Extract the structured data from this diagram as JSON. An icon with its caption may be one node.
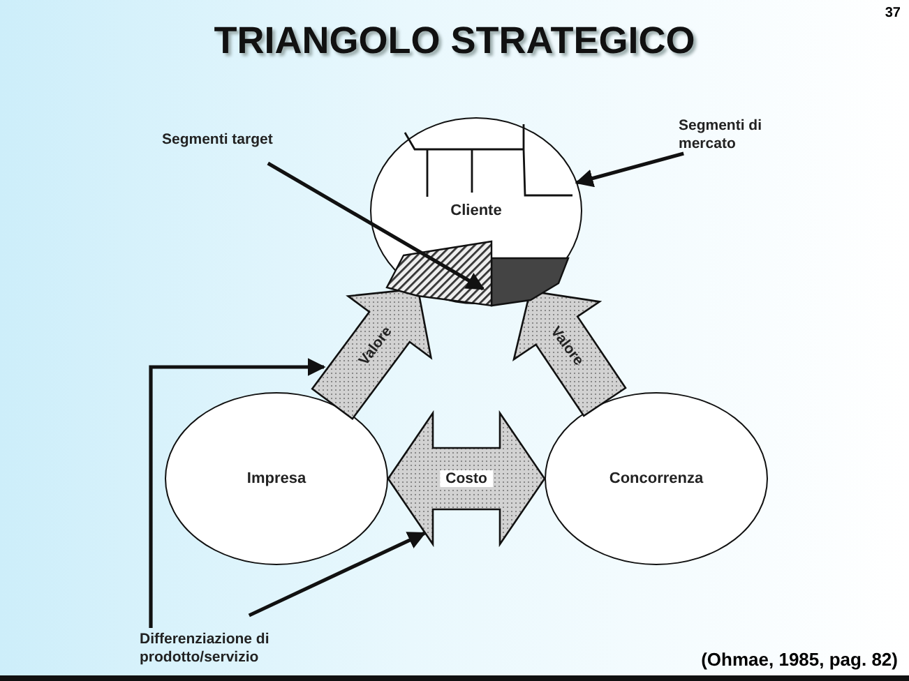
{
  "diagram": {
    "title": "TRIANGOLO STRATEGICO",
    "caption": "(Ohmae, 1985, pag. 82)",
    "nodes": [
      {
        "text": [
          "Cliente"
        ]
      },
      {
        "text": [
          "Impresa"
        ]
      },
      {
        "text": [
          "Concorrenza"
        ]
      },
      {
        "text": [
          "Segmenti target"
        ]
      },
      {
        "text": [],
        "shape": "box",
        "in": 0
      },
      {
        "text": [
          "Segmenti di mercato"
        ]
      },
      {
        "text": [
          "Differenziazione di prodotto/servizio"
        ]
      }
    ],
    "edges": [
      {
        "from": 1,
        "to": 0,
        "arrow": "to",
        "label": "Valore",
        "style": "thick"
      },
      {
        "from": 2,
        "to": 0,
        "arrow": "to",
        "label": "Valore",
        "style": "thick"
      },
      {
        "from": 1,
        "to": 2,
        "arrow": "both",
        "label": "Costo",
        "style": "thick"
      },
      {
        "from": 3,
        "to": 4,
        "arrow": "to"
      },
      {
        "from": 5,
        "to": 0,
        "arrow": "to"
      },
      {
        "from": 6,
        "to": 1,
        "arrow": "to"
      },
      {
        "from": 6,
        "to": 1,
        "arrow": "to"
      }
    ],
    "labels": [
      "37"
    ]
  }
}
